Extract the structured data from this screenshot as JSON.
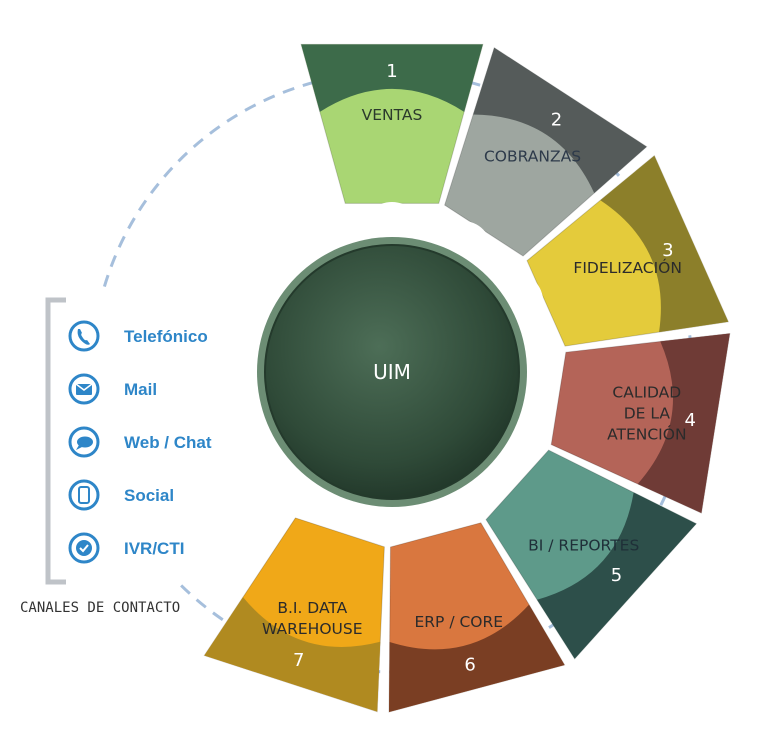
{
  "hub": {
    "label": "UIM"
  },
  "segments": [
    {
      "number": "1",
      "lines": [
        "VENTAS"
      ],
      "fill": "#a9d673",
      "cap": "#3d6b4a",
      "text": "#2b3a2c"
    },
    {
      "number": "2",
      "lines": [
        "COBRANZAS"
      ],
      "fill": "#9ea6a0",
      "cap": "#555b5a",
      "text": "#2d3a4a"
    },
    {
      "number": "3",
      "lines": [
        "FIDELIZACIÓN"
      ],
      "fill": "#e4cb3b",
      "cap": "#8c7f2a",
      "text": "#2b2b2b"
    },
    {
      "number": "4",
      "lines": [
        "CALIDAD",
        "DE LA",
        "ATENCIÓN"
      ],
      "fill": "#b46458",
      "cap": "#6f3b36",
      "text": "#2b2b2b"
    },
    {
      "number": "5",
      "lines": [
        "BI / REPORTES"
      ],
      "fill": "#5e9a8a",
      "cap": "#2d4f4a",
      "text": "#1f2f38"
    },
    {
      "number": "6",
      "lines": [
        "ERP / CORE"
      ],
      "fill": "#d9773f",
      "cap": "#7a3e23",
      "text": "#2b2b2b"
    },
    {
      "number": "7",
      "lines": [
        "B.I. DATA",
        "WAREHOUSE"
      ],
      "fill": "#f0a818",
      "cap": "#b08a20",
      "text": "#2b2b2b"
    }
  ],
  "channels": {
    "caption": "CANALES DE CONTACTO",
    "items": [
      {
        "label": "Telefónico",
        "icon": "phone-icon"
      },
      {
        "label": "Mail",
        "icon": "mail-icon"
      },
      {
        "label": "Web / Chat",
        "icon": "chat-icon"
      },
      {
        "label": "Social",
        "icon": "mobile-icon"
      },
      {
        "label": "IVR/CTI",
        "icon": "check-icon"
      }
    ],
    "accent": "#2e86c8"
  },
  "colors": {
    "hub": "#2f4a38",
    "hub_ring": "#6c8d74",
    "dashed": "#a6bfdc"
  }
}
